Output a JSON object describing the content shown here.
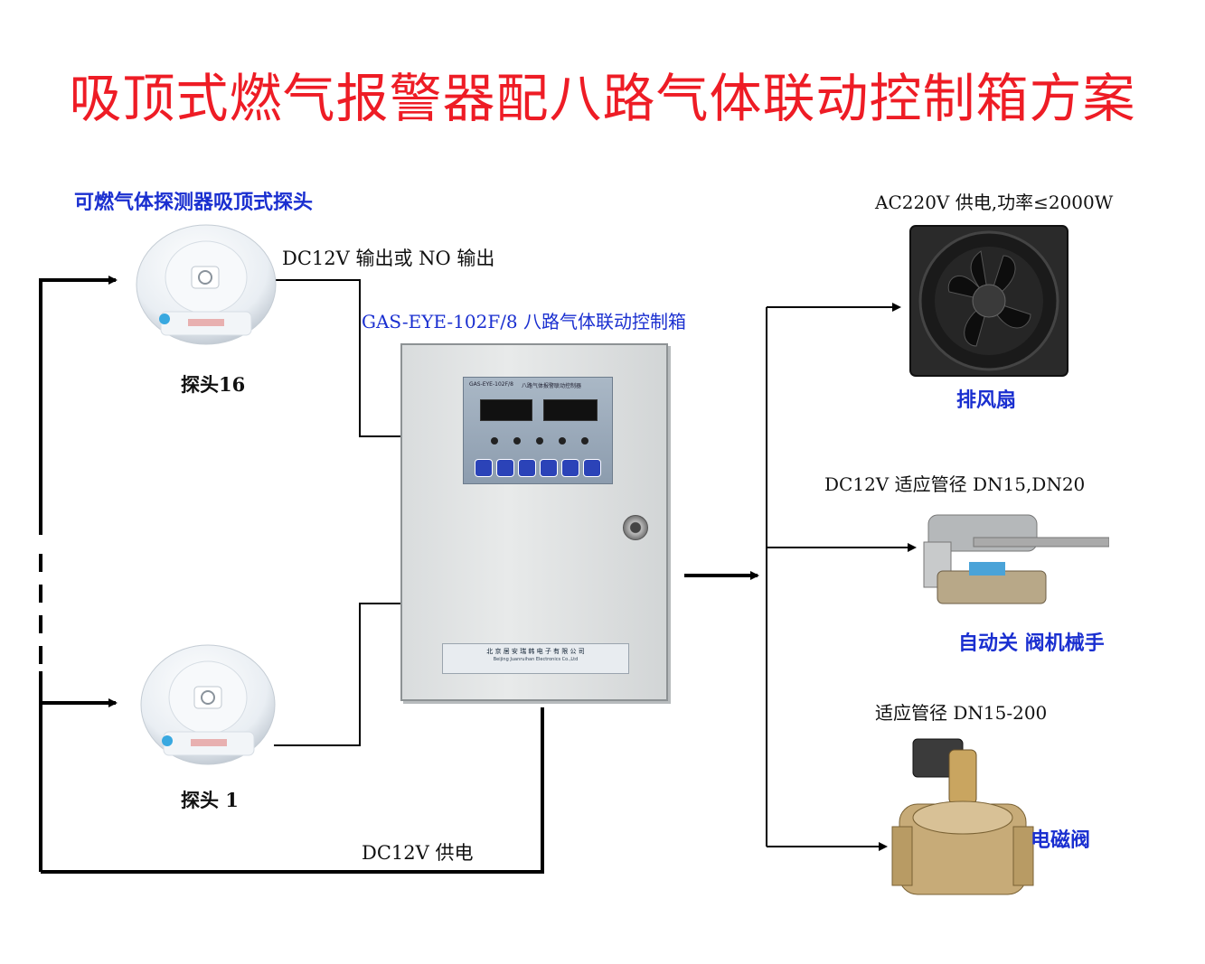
{
  "title": "吸顶式燃气报警器配八路气体联动控制箱方案",
  "detector_caption": "可燃气体探测器吸顶式探头",
  "signal_label": "DC12V 输出或 NO 输出",
  "controller_caption": "GAS-EYE-102F/8 八路气体联动控制箱",
  "probe_top_label": "探头16",
  "probe_bottom_label": "探头 1",
  "power_label": "DC12V 供电",
  "controller_panel": {
    "model": "GAS-EYE-102F/8",
    "panel_title": "八路气体报警联动控制器",
    "nameplate_company": "北 京 居 安 瑞 韩 电 子 有 限 公 司",
    "nameplate_en": "Beijing Juanruihan Electronics Co.,Ltd"
  },
  "outputs": {
    "fan": {
      "spec": "AC220V 供电,功率≤2000W",
      "name": "排风扇"
    },
    "manipulator": {
      "spec": "DC12V 适应管径 DN15,DN20",
      "name": "自动关 阀机械手"
    },
    "solenoid": {
      "spec": "适应管径 DN15-200",
      "name": "电磁阀"
    }
  },
  "colors": {
    "title": "#ee1c25",
    "caption_blue": "#1a2fd0",
    "wire": "#000000"
  }
}
